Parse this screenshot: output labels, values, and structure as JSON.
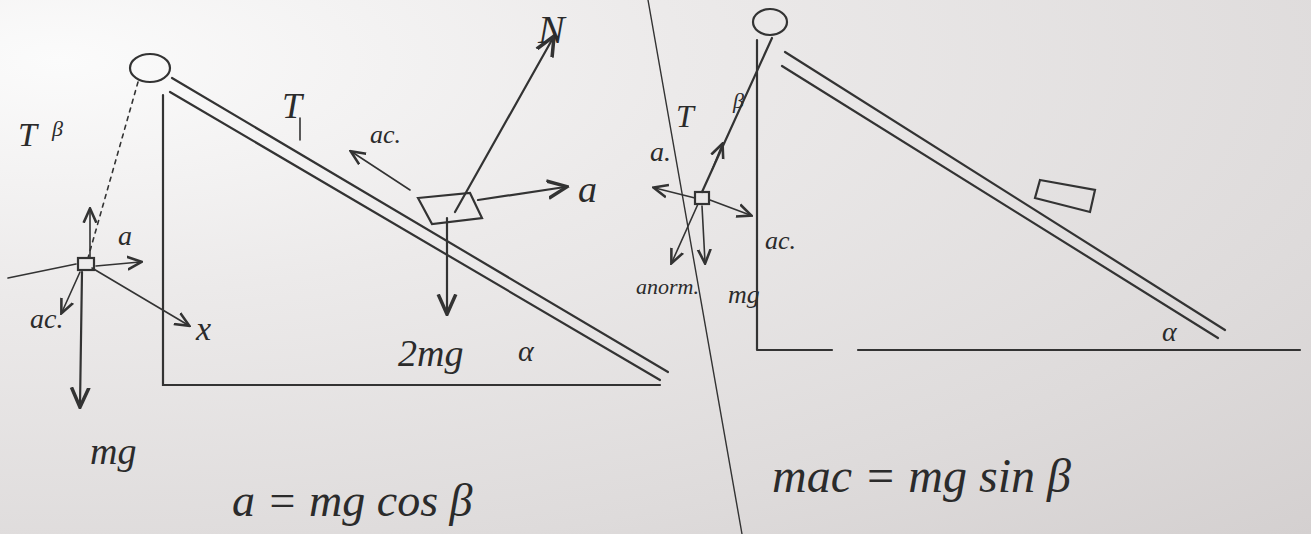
{
  "diagram": {
    "labels": [
      "T",
      "β",
      "a",
      "ac.",
      "x",
      "mg",
      "a = mg cos β",
      "T",
      "ac.",
      "N",
      "a",
      "2mg",
      "α",
      "T",
      "β",
      "a.",
      "ac.",
      "anorm.",
      "mg",
      "α",
      "mac = mg sin β"
    ]
  }
}
